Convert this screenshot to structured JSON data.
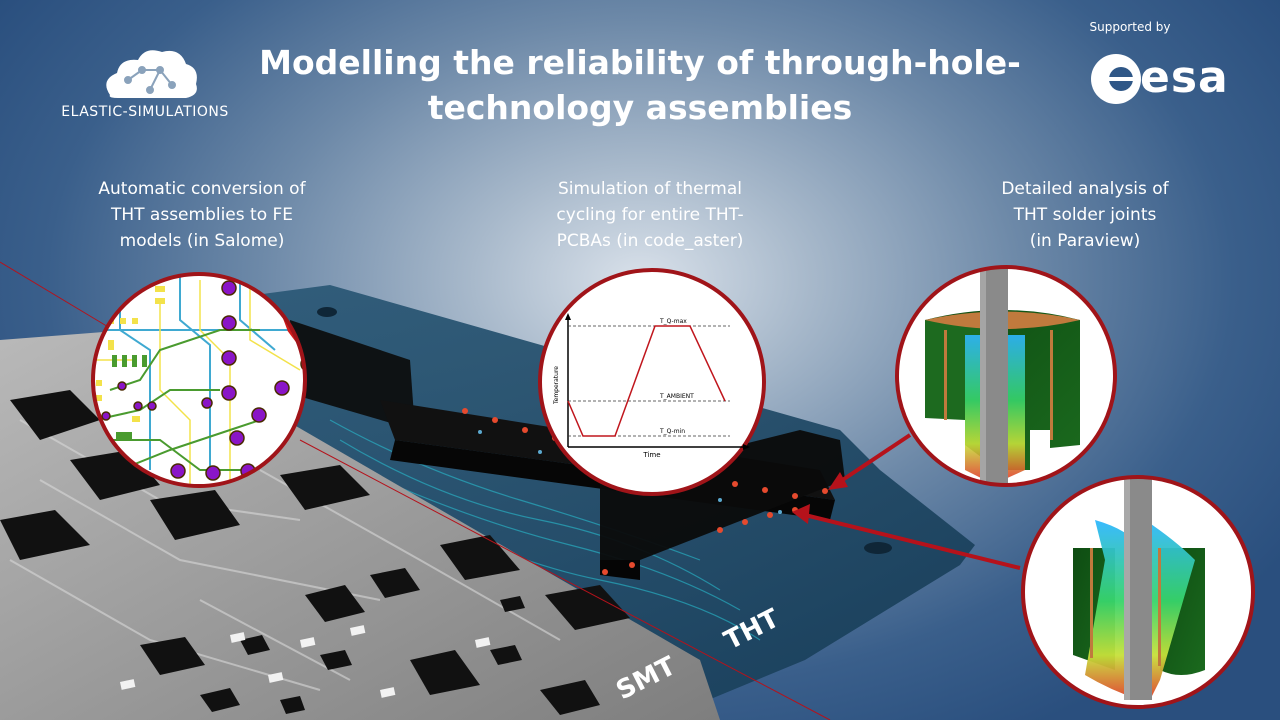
{
  "header": {
    "title_line1": "Modelling the reliability of through-hole-",
    "title_line2": "technology assemblies",
    "supported_by": "Supported by",
    "partner_logo_text": "esa"
  },
  "brand": {
    "name": "ELASTIC-SIMULATIONS"
  },
  "captions": {
    "left": [
      "Automatic conversion of",
      "THT assemblies to FE",
      "models (in Salome)"
    ],
    "center": [
      "Simulation of thermal",
      "cycling for entire THT-",
      "PCBAs (in code_aster)"
    ],
    "right": [
      "Detailed analysis of",
      "THT solder joints",
      "(in Paraview)"
    ]
  },
  "thermal_chart": {
    "ylabel": "Temperature",
    "xlabel": "Time",
    "levels": [
      "T_Q-max",
      "T_AMBIENT",
      "T_Q-min"
    ]
  },
  "board_labels": {
    "smt": "SMT",
    "tht": "THT"
  },
  "colors": {
    "accent_red": "#b5121b",
    "background_dark": "#2a4f7e",
    "pcb_gray": "#9a9a9a",
    "tht_board_blue": "#1f4d6b"
  }
}
